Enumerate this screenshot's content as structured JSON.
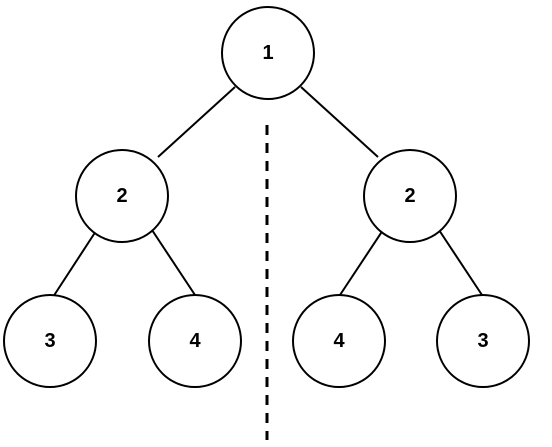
{
  "tree": {
    "root": {
      "label": "1"
    },
    "left_subtree": {
      "root": {
        "label": "2"
      },
      "left_child": {
        "label": "3"
      },
      "right_child": {
        "label": "4"
      }
    },
    "right_subtree": {
      "root": {
        "label": "2"
      },
      "left_child": {
        "label": "4"
      },
      "right_child": {
        "label": "3"
      }
    }
  },
  "colors": {
    "stroke": "#000000",
    "node_fill": "#ffffff",
    "background": "#ffffff"
  }
}
